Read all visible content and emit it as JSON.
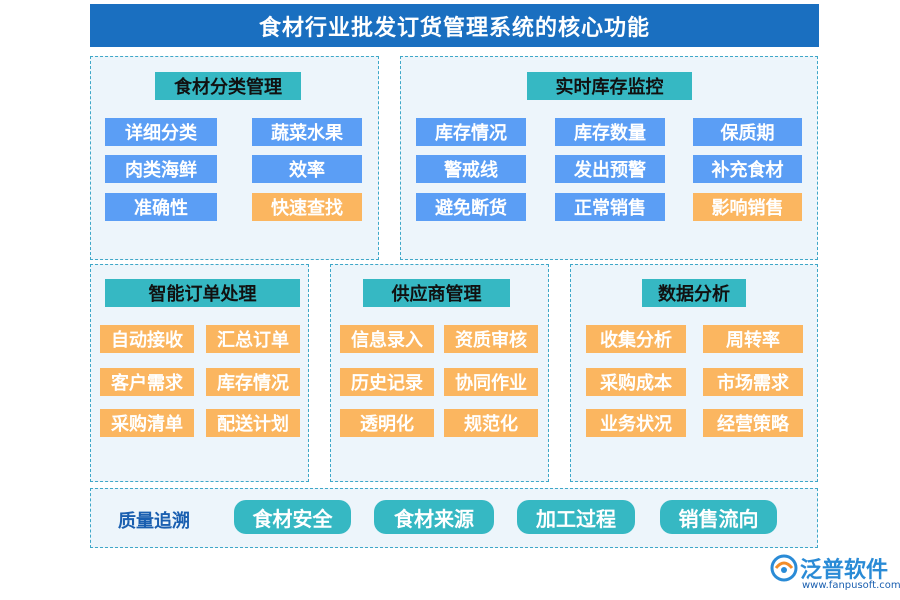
{
  "title": "食材行业批发订货管理系统的核心功能",
  "sections": {
    "category": {
      "title": "食材分类管理",
      "items": [
        "详细分类",
        "蔬菜水果",
        "肉类海鲜",
        "效率",
        "准确性",
        "快速查找"
      ]
    },
    "inventory": {
      "title": "实时库存监控",
      "items": [
        "库存情况",
        "库存数量",
        "保质期",
        "警戒线",
        "发出预警",
        "补充食材",
        "避免断货",
        "正常销售",
        "影响销售"
      ]
    },
    "orders": {
      "title": "智能订单处理",
      "items": [
        "自动接收",
        "汇总订单",
        "客户需求",
        "库存情况",
        "采购清单",
        "配送计划"
      ]
    },
    "supplier": {
      "title": "供应商管理",
      "items": [
        "信息录入",
        "资质审核",
        "历史记录",
        "协同作业",
        "透明化",
        "规范化"
      ]
    },
    "analysis": {
      "title": "数据分析",
      "items": [
        "收集分析",
        "周转率",
        "采购成本",
        "市场需求",
        "业务状况",
        "经营策略"
      ]
    },
    "trace": {
      "title": "质量追溯",
      "items": [
        "食材安全",
        "食材来源",
        "加工过程",
        "销售流向"
      ]
    }
  },
  "logo": {
    "name": "泛普软件",
    "url": "www.fanpusoft.com",
    "icon": "fanpu-logo-icon"
  },
  "colors": {
    "title_bar": "#1a6fc0",
    "section_title": "#36b8c3",
    "chip_blue": "#5b9ef5",
    "chip_orange": "#fbb660",
    "panel_bg": "#edf5fb",
    "panel_border": "#3fa7c8"
  }
}
